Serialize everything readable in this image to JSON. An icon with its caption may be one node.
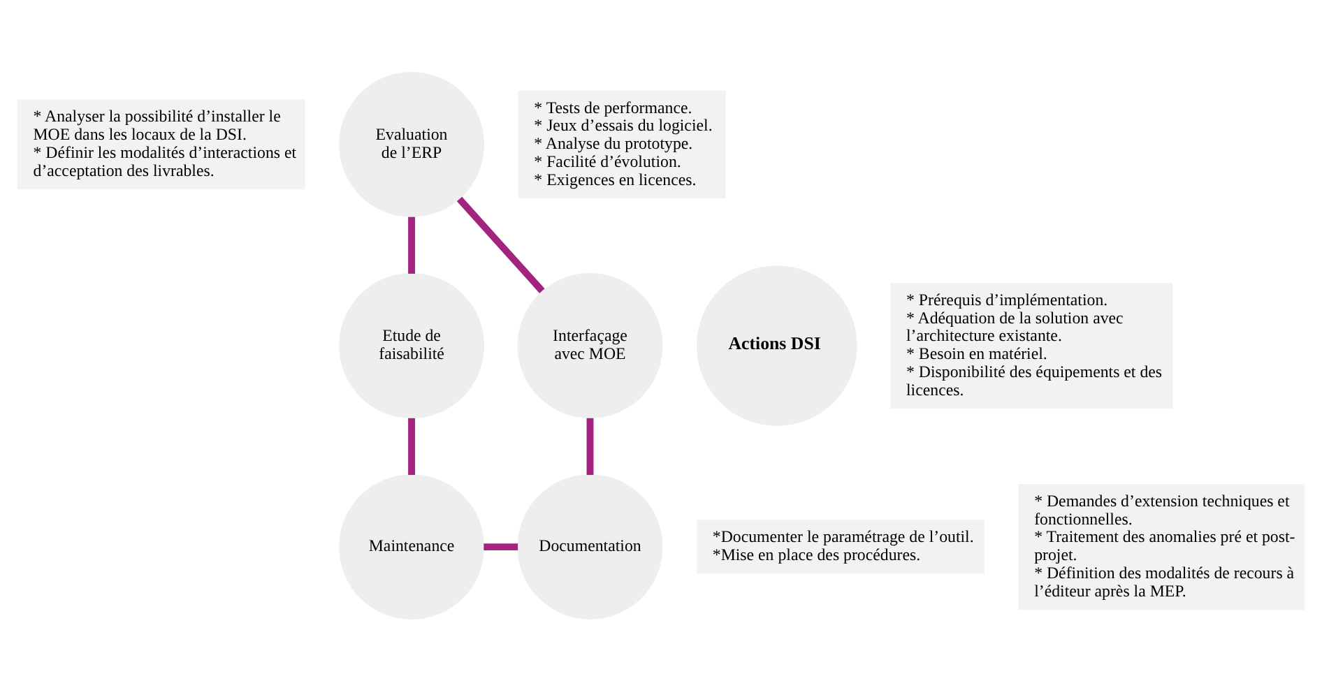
{
  "diagram": {
    "nodes": [
      {
        "text": [
          "Evaluation de l’ERP"
        ]
      },
      {
        "text": [
          "* Tests de performance.",
          "* Jeux d’essais du logiciel.",
          "* Analyse du prototype.",
          "* Facilité d’évolution.",
          "* Exigences en licences."
        ]
      },
      {
        "text": [
          "* Analyser la possibilité d’installer le MOE dans les locaux de la DSI.",
          "* Définir les modalités d’interactions et d’acceptation des livrables."
        ]
      },
      {
        "text": [
          "Interfaçage avec MOE"
        ]
      },
      {
        "text": [
          "Actions DSI"
        ]
      },
      {
        "text": [
          "Etude de faisabilité"
        ]
      },
      {
        "text": [
          "* Prérequis d’implémentation.",
          "* Adéquation de la solution avec l’architecture existante.",
          "* Besoin en matériel.",
          "* Disponibilité des équipements et des licences."
        ]
      },
      {
        "text": [
          "*Documenter le paramétrage de l’outil.",
          "*Mise en place des procédures."
        ]
      },
      {
        "text": [
          "Documentation"
        ]
      },
      {
        "text": [
          "Maintenance"
        ]
      },
      {
        "text": [
          "* Demandes d’extension techniques et fonctionnelles.",
          "* Traitement des anomalies pré et post-projet.",
          "* Définition des modalités de recours à l’éditeur après la MEP."
        ]
      }
    ],
    "edges": [
      {
        "from": 0,
        "to": 5,
        "arrow": "none"
      },
      {
        "from": 5,
        "to": 9,
        "arrow": "none"
      },
      {
        "from": 9,
        "to": 8,
        "arrow": "none"
      },
      {
        "from": 8,
        "to": 3,
        "arrow": "none"
      },
      {
        "from": 3,
        "to": 0,
        "arrow": "none"
      }
    ]
  }
}
